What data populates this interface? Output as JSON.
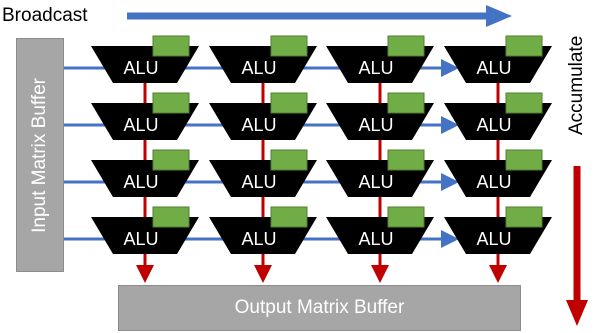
{
  "labels": {
    "broadcast": "Broadcast",
    "accumulate": "Accumulate",
    "input_buffer": "Input Matrix Buffer",
    "output_buffer": "Output Matrix Buffer"
  },
  "grid": {
    "rows": 4,
    "cols": 4,
    "cell_label": "ALU"
  },
  "colors": {
    "broadcast_arrow": "#4472c4",
    "accumulate_arrow": "#c00000",
    "alu_body": "#000000",
    "register": "#70ad47",
    "buffer": "#a6a6a6"
  }
}
